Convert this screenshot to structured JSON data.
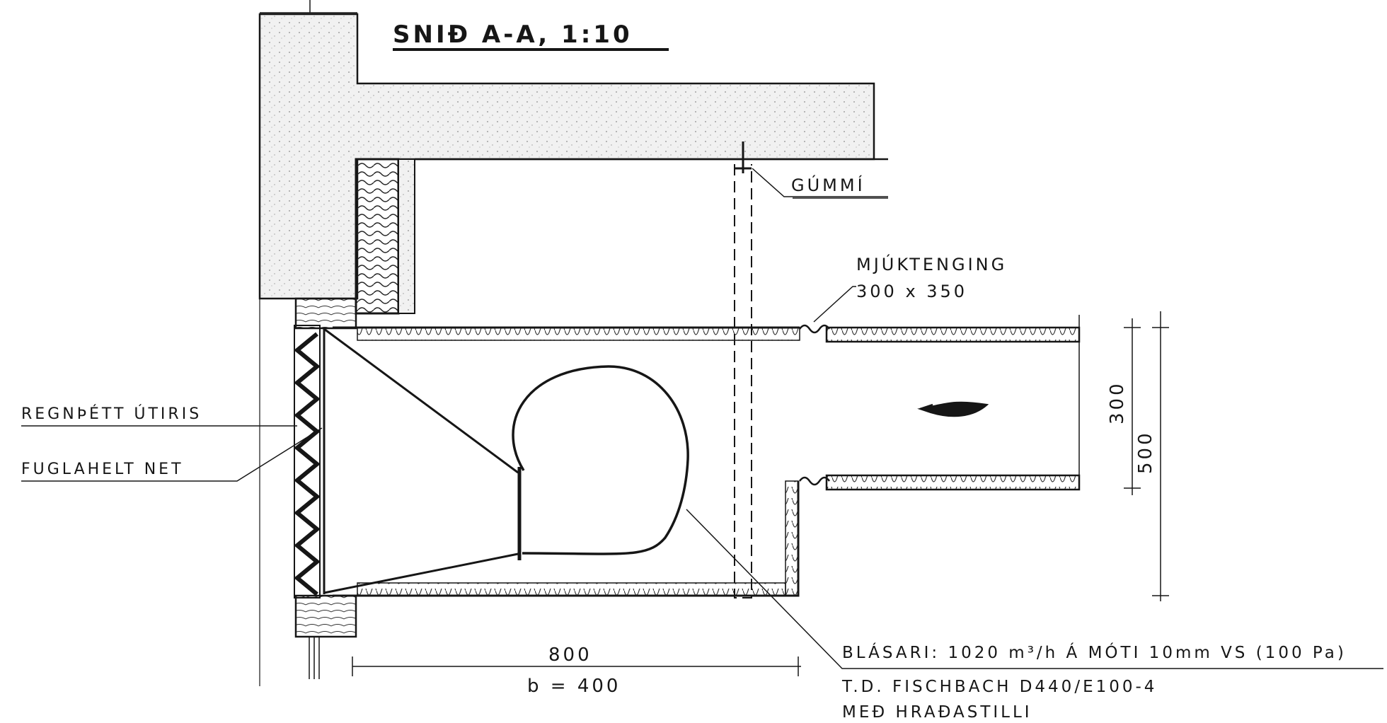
{
  "title": "SNIÐ A-A, 1:10",
  "labels": {
    "gummi": "GÚMMÍ",
    "mjuktenging": "MJÚKTENGING",
    "mjuktenging_size": "300 x 350",
    "regnthett": "REGNÞÉTT ÚTIRIS",
    "fuglahelt": "FUGLAHELT NET",
    "blasari_1": "BLÁSARI: 1020 m³/h Á MÓTI 10mm VS (100 Pa)",
    "blasari_2": "T.D. FISCHBACH D440/E100-4",
    "blasari_3": "MEÐ HRAÐASTILLI"
  },
  "dimensions": {
    "width": "800",
    "b": "b = 400",
    "duct_height": "300",
    "box_height": "500"
  }
}
